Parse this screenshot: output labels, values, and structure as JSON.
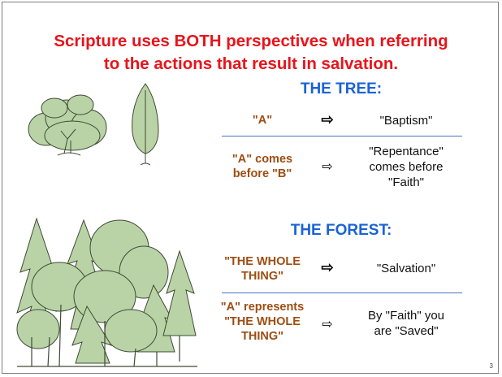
{
  "slide": {
    "title_line1": "Scripture uses BOTH perspectives when referring",
    "title_line2": "to the actions that result in salvation.",
    "page_number": "3"
  },
  "tree_section": {
    "heading": "THE TREE:",
    "rows": [
      {
        "left": [
          "\"A\""
        ],
        "arrow": "⇨",
        "right": [
          "\"Baptism\""
        ]
      },
      {
        "left": [
          "\"A\" comes",
          "before \"B\""
        ],
        "arrow": "⇨",
        "right": [
          "\"Repentance\"",
          "comes before",
          "\"Faith\""
        ]
      }
    ]
  },
  "forest_section": {
    "heading": "THE FOREST:",
    "rows": [
      {
        "left": [
          "\"THE WHOLE",
          "THING\""
        ],
        "arrow": "⇨",
        "right": [
          "\"Salvation\""
        ]
      },
      {
        "left": [
          "\"A\" represents",
          "\"THE WHOLE",
          "THING\""
        ],
        "arrow": "⇨",
        "right": [
          "By \"Faith\" you",
          "are \"Saved\""
        ]
      }
    ]
  },
  "colors": {
    "title": "#e8141b",
    "heading": "#1a63d6",
    "term": "#9e4d12",
    "divider": "#4a73c4",
    "foliage": "#b9d3a6",
    "outline": "#3e4a35"
  }
}
